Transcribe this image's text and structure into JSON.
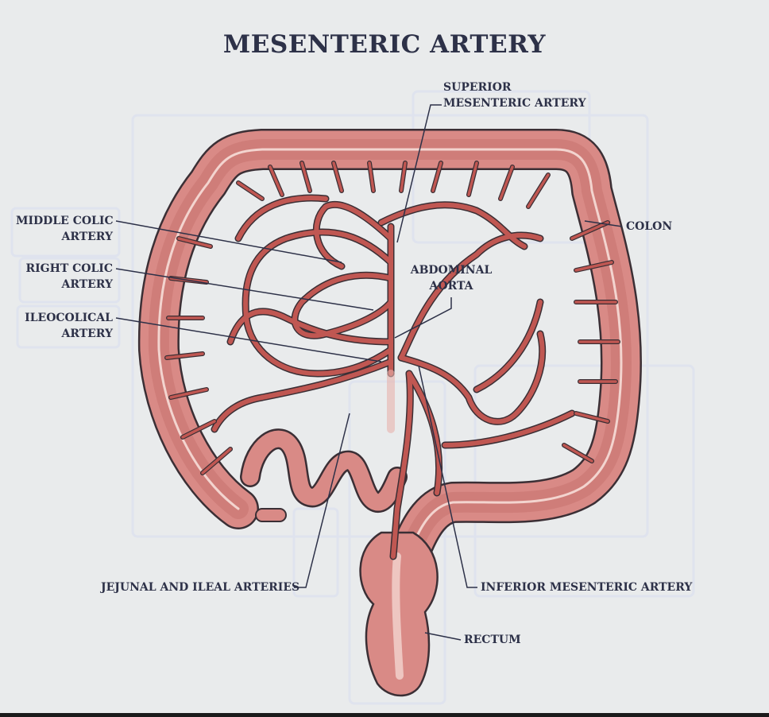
{
  "title": "MESENTERIC ARTERY",
  "labels": {
    "superior_mesenteric": [
      "SUPERIOR",
      "MESENTERIC ARTERY"
    ],
    "middle_colic": [
      "MIDDLE COLIC",
      "ARTERY"
    ],
    "right_colic": [
      "RIGHT COLIC",
      "ARTERY"
    ],
    "ileocolical": [
      "ILEOCOLICAL",
      "ARTERY"
    ],
    "abdominal_aorta": [
      "ABDOMINAL",
      "AORTA"
    ],
    "colon": "COLON",
    "jejunal_ileal": "JEJUNAL AND ILEAL ARTERIES",
    "inferior_mesenteric": "INFERIOR MESENTERIC ARTERY",
    "rectum": "RECTUM"
  },
  "colors": {
    "background": "#e9ebec",
    "outline": "#3b2f35",
    "colon_fill": "#d98a86",
    "colon_highlight": "#f3d4cf",
    "artery": "#c05752",
    "text": "#2d3148",
    "guide_boxes": "#dfe3ee"
  }
}
